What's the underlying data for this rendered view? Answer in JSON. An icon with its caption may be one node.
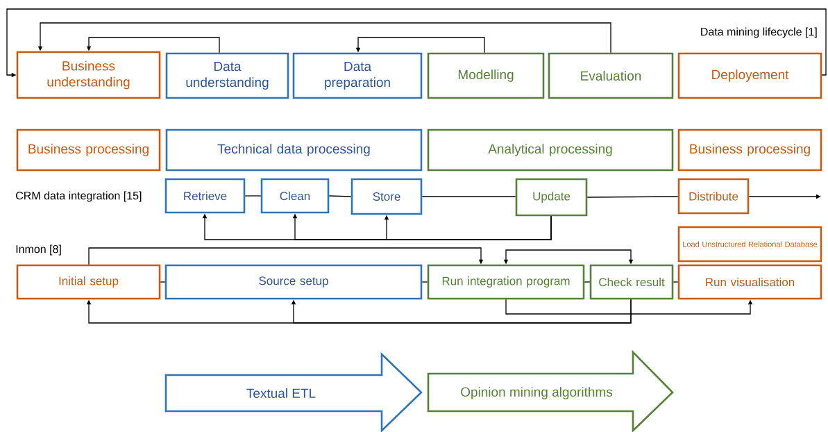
{
  "diagram": {
    "nodes": [
      {
        "text": [
          "Business understanding"
        ]
      },
      {
        "text": [
          "Data understanding"
        ]
      },
      {
        "text": [
          "Data preparation"
        ]
      },
      {
        "text": [
          "Modelling"
        ]
      },
      {
        "text": [
          "Evaluation"
        ]
      },
      {
        "text": [
          "Deployement"
        ]
      },
      {
        "text": [
          "Business processing"
        ]
      },
      {
        "text": [
          "Technical data processing"
        ]
      },
      {
        "text": [
          "Analytical processing"
        ]
      },
      {
        "text": [
          "Business processing"
        ]
      },
      {
        "text": [
          "Retrieve"
        ]
      },
      {
        "text": [
          "Clean"
        ]
      },
      {
        "text": [
          "Store"
        ]
      },
      {
        "text": [
          "Update"
        ]
      },
      {
        "text": [
          "Distribute"
        ]
      },
      {
        "text": [
          "Load Unstructured Relational Database"
        ]
      },
      {
        "text": [
          "Initial setup"
        ]
      },
      {
        "text": [
          "Source setup"
        ]
      },
      {
        "text": [
          "Run integration program"
        ]
      },
      {
        "text": [
          "Check result"
        ]
      },
      {
        "text": [
          "Run visualisation"
        ]
      },
      {
        "text": [
          "Textual ETL"
        ]
      },
      {
        "text": [
          "Opinion mining algorithms"
        ]
      }
    ],
    "edges": [
      {
        "from": 5,
        "to": 0,
        "arrow": "to"
      },
      {
        "from": 4,
        "to": 0,
        "arrow": "to"
      },
      {
        "from": 1,
        "to": 0,
        "arrow": "to"
      },
      {
        "from": 3,
        "to": 2,
        "arrow": "to"
      },
      {
        "from": 10,
        "to": 11,
        "arrow": "none"
      },
      {
        "from": 11,
        "to": 12,
        "arrow": "none"
      },
      {
        "from": 12,
        "to": 13,
        "arrow": "none"
      },
      {
        "from": 13,
        "to": 14,
        "arrow": "none"
      },
      {
        "from": 14,
        "to": null,
        "arrow": "to"
      },
      {
        "from": 13,
        "to": 10,
        "arrow": "to"
      },
      {
        "from": 13,
        "to": 11,
        "arrow": "to"
      },
      {
        "from": 13,
        "to": 12,
        "arrow": "to"
      },
      {
        "from": 16,
        "to": 17,
        "arrow": "none"
      },
      {
        "from": 17,
        "to": 18,
        "arrow": "none"
      },
      {
        "from": 18,
        "to": 19,
        "arrow": "none"
      },
      {
        "from": 19,
        "to": 20,
        "arrow": "none"
      },
      {
        "from": 16,
        "to": 18,
        "arrow": "to"
      },
      {
        "from": 19,
        "to": 18,
        "arrow": "both"
      },
      {
        "from": 18,
        "to": 20,
        "arrow": "to"
      },
      {
        "from": 19,
        "to": 16,
        "arrow": "to"
      },
      {
        "from": 19,
        "to": 17,
        "arrow": "to"
      }
    ],
    "labels": [
      "Data mining lifecycle [1]",
      "CRM data integration [15]",
      "Inmon [8]"
    ]
  }
}
